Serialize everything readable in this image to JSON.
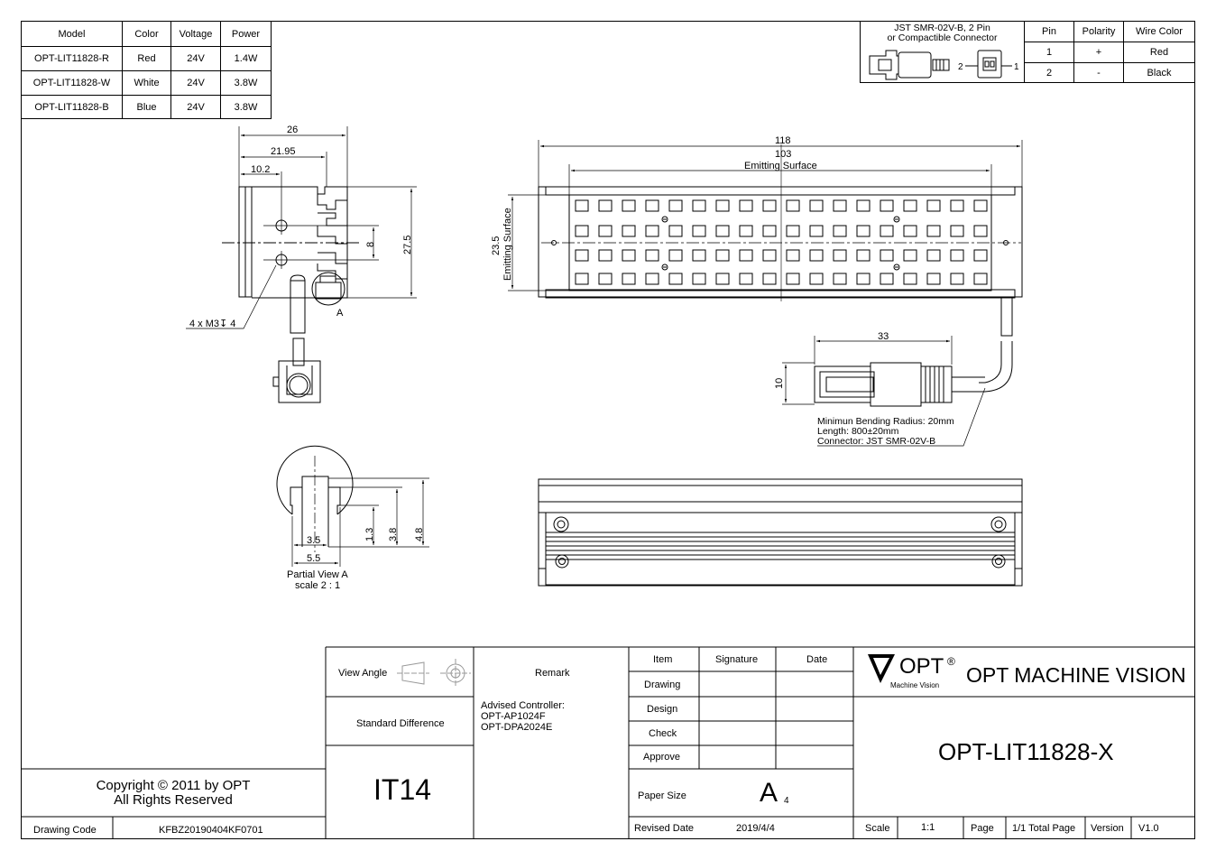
{
  "model_table": {
    "headers": [
      "Model",
      "Color",
      "Voltage",
      "Power"
    ],
    "rows": [
      [
        "OPT-LIT11828-R",
        "Red",
        "24V",
        "1.4W"
      ],
      [
        "OPT-LIT11828-W",
        "White",
        "24V",
        "3.8W"
      ],
      [
        "OPT-LIT11828-B",
        "Blue",
        "24V",
        "3.8W"
      ]
    ]
  },
  "connector_table": {
    "connector_line1": "JST SMR-02V-B, 2 Pin",
    "connector_line2": "or Compactible Connector",
    "pin_2": "2",
    "pin_1": "1",
    "headers": [
      "Pin",
      "Polarity",
      "Wire Color"
    ],
    "rows": [
      [
        "1",
        "+",
        "Red"
      ],
      [
        "2",
        "-",
        "Black"
      ]
    ]
  },
  "side_view": {
    "dim_26": "26",
    "dim_21_95": "21.95",
    "dim_10_2": "10.2",
    "dim_27_5": "27.5",
    "dim_8": "8",
    "hole_note": "4 x M3↧ 4",
    "detail_label": "A"
  },
  "front_view": {
    "dim_118": "118",
    "dim_103": "103",
    "emit_label": "Emitting Surface",
    "dim_23_5": "23.5",
    "emit_label_v": "Emitting Surface"
  },
  "cable": {
    "dim_33": "33",
    "dim_10": "10",
    "note1": "Minimun Bending Radius: 20mm",
    "note2": "Length: 800±20mm",
    "note3": "Connector: JST SMR-02V-B"
  },
  "partial_view": {
    "dim_3_5": "3.5",
    "dim_5_5": "5.5",
    "dim_1_3": "1.3",
    "dim_3_8": "3.8",
    "dim_4_8": "4.8",
    "title": "Partial View A",
    "scale": "scale 2 : 1"
  },
  "title_block": {
    "view_angle": "View Angle",
    "remark": "Remark",
    "standard_difference": "Standard Difference",
    "remark_line1": "Advised Controller:",
    "remark_line2": "OPT-AP1024F",
    "remark_line3": "OPT-DPA2024E",
    "tolerance": "IT14",
    "item": "Item",
    "signature": "Signature",
    "date": "Date",
    "drawing": "Drawing",
    "design": "Design",
    "check": "Check",
    "approve": "Approve",
    "paper_size_label": "Paper Size",
    "paper_size_main": "A",
    "paper_size_sub": "4",
    "revised_date_label": "Revised Date",
    "revised_date": "2019/4/4",
    "scale_label": "Scale",
    "scale_value": "1:1",
    "page_label": "Page",
    "total_page": "1/1 Total Page",
    "version_label": "Version",
    "version_value": "V1.0",
    "logo_text": "OPT",
    "logo_reg": "®",
    "logo_sub": "Machine Vision",
    "company": "OPT MACHINE VISION",
    "part_number": "OPT-LIT11828-X",
    "copyright_line1": "Copyright © 2011 by OPT",
    "copyright_line2": "All Rights Reserved",
    "drawing_code_label": "Drawing Code",
    "drawing_code": "KFBZ20190404KF0701"
  }
}
